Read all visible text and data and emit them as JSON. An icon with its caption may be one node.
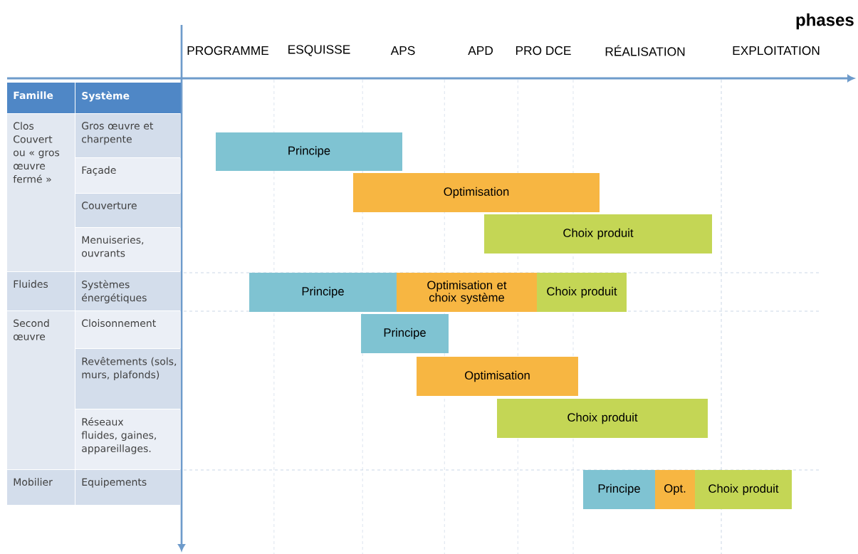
{
  "diagram": {
    "nodes": [
      {
        "text": [
          "Principe"
        ]
      },
      {
        "text": [
          "Optimisation"
        ]
      },
      {
        "text": [
          "Choix produit"
        ]
      },
      {
        "text": [
          "Principe"
        ]
      },
      {
        "text": [
          "Optimisation et choix système"
        ]
      },
      {
        "text": [
          "Choix produit"
        ]
      },
      {
        "text": [
          "Principe"
        ]
      },
      {
        "text": [
          "Optimisation"
        ]
      },
      {
        "text": [
          "Choix produit"
        ]
      },
      {
        "text": [
          "Principe"
        ]
      },
      {
        "text": [
          "Opt."
        ]
      },
      {
        "text": [
          "Choix produit"
        ]
      }
    ],
    "labels": [
      "phases",
      "PROGRAMME",
      "ESQUISSE",
      "APS",
      "APD",
      "PRO DCE",
      "RÉALISATION",
      "EXPLOITATION",
      "Famille",
      "Système",
      "Clos Couvert ou « gros œuvre fermé »",
      "Gros œuvre et charpente",
      "Façade",
      "Couverture",
      "Menuiseries, ouvrants",
      "Fluides",
      "Systèmes énergétiques",
      "Second œuvre",
      "Cloisonnement",
      "Revêtements (sols, murs, plafonds)",
      "Réseaux fluides, gaines, appareillages.",
      "Mobilier",
      "Equipements"
    ]
  }
}
